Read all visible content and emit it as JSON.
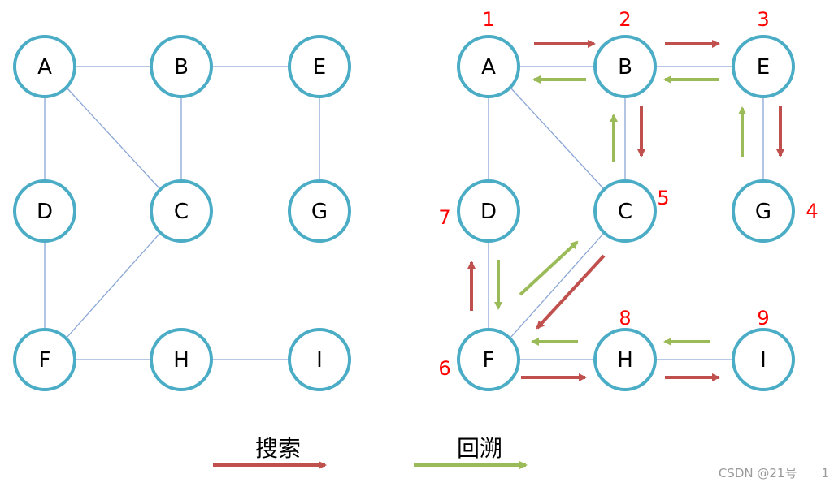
{
  "colors": {
    "node_stroke": "#4bacc6",
    "edge": "#8aa6d6",
    "search_arrow": "#c0504d",
    "backtrack_arrow": "#9bbb59",
    "order_label": "#ff0000"
  },
  "left_graph": {
    "nodes": [
      "A",
      "B",
      "E",
      "D",
      "C",
      "G",
      "F",
      "H",
      "I"
    ]
  },
  "right_graph": {
    "nodes": [
      "A",
      "B",
      "E",
      "D",
      "C",
      "G",
      "F",
      "H",
      "I"
    ],
    "order_labels": [
      "1",
      "2",
      "3",
      "7",
      "5",
      "4",
      "6",
      "8",
      "9"
    ]
  },
  "legend": {
    "search_label": "搜索",
    "backtrack_label": "回溯"
  },
  "watermark": "CSDN @21号　　1"
}
